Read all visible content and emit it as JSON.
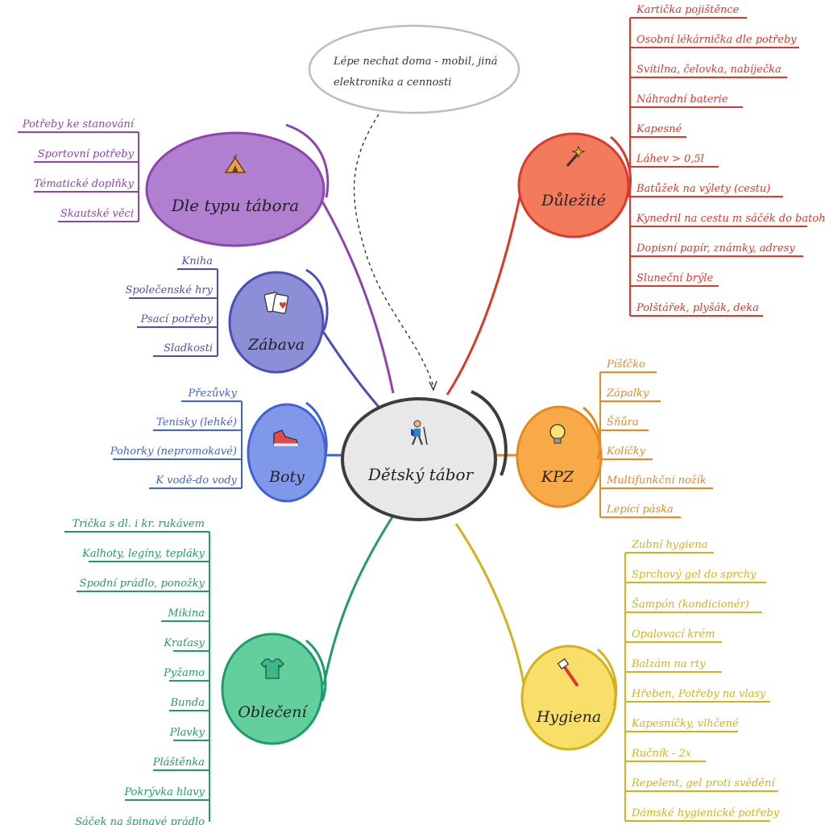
{
  "center": {
    "title": "Dětský tábor",
    "icon": "hiker-icon"
  },
  "callout": {
    "line1": "Lépe nechat doma - mobil, jiná",
    "line2": "elektronika a cennosti"
  },
  "branches": [
    {
      "id": "dle-typu",
      "title": "Dle typu tábora",
      "icon": "tent-icon",
      "color": "#8e44ad",
      "fill": "#b07fd0",
      "side": "left",
      "items": [
        "Potřeby ke stanování",
        "Sportovní potřeby",
        "Tématické doplňky",
        "Skautské věci"
      ]
    },
    {
      "id": "zabava",
      "title": "Zábava",
      "icon": "playing-cards-icon",
      "color": "#4a4fb8",
      "fill": "#8c8fd6",
      "side": "left",
      "items": [
        "Kniha",
        "Společenské hry",
        "Psací potřeby",
        "Sladkosti"
      ]
    },
    {
      "id": "boty",
      "title": "Boty",
      "icon": "sneaker-icon",
      "color": "#3f62d6",
      "fill": "#7f98ea",
      "side": "left",
      "items": [
        "Přezůvky",
        "Tenisky (lehké)",
        "Pohorky (nepromokavé)",
        "K vodě-do vody"
      ]
    },
    {
      "id": "obleceni",
      "title": "Oblečení",
      "icon": "tshirt-icon",
      "color": "#1f9c6a",
      "fill": "#62cf9d",
      "side": "left",
      "items": [
        "Trička s dl. i kr. rukávem",
        "Kalhoty, legíny, tepláky",
        "Spodní prádlo, ponožky",
        "Mikina",
        "Kraťasy",
        "Pyžamo",
        "Bunda",
        "Plavky",
        "Pláštěnka",
        "Pokrývka hlavy",
        "Sáček na špinavé prádlo"
      ]
    },
    {
      "id": "dulezite",
      "title": "Důležité",
      "icon": "magic-wand-icon",
      "color": "#d93a2b",
      "fill": "#f47a5c",
      "side": "right",
      "items": [
        "Kartička pojištěnce",
        "Osobní lékárnička dle potřeby",
        "Svítilna, čelovka, nabíječka",
        "Náhradní baterie",
        "Kapesné",
        "Láhev > 0,5l",
        "Batůžek na výlety (cestu)",
        "Kynedril na cestu m sáčék do batohu",
        "Dopisní papír, známky, adresy",
        "Sluneční brýle",
        "Polštářek, plyšák, deka"
      ]
    },
    {
      "id": "kpz",
      "title": "KPZ",
      "icon": "lightbulb-icon",
      "color": "#e8891e",
      "fill": "#f8a948",
      "side": "right",
      "items": [
        "Píšťčko",
        "Zápalky",
        "Šňůra",
        "Kolíčky",
        "Multifunkční nožík",
        "Lepící páska"
      ]
    },
    {
      "id": "hygiena",
      "title": "Hygiena",
      "icon": "toothbrush-icon",
      "color": "#d4b21a",
      "fill": "#f8df6a",
      "side": "right",
      "items": [
        "Zubní hygiena",
        "Sprchový gel do sprchy",
        "Šampón (kondicionér)",
        "Opalovací krém",
        "Balzám na rty",
        "Hřeben, Potřeby na vlasy",
        "Kapesníčky, vlhčené",
        "Ručník - 2x",
        "Repelent, gel proti svědění",
        "Dámské hygienické potřeby"
      ]
    }
  ]
}
